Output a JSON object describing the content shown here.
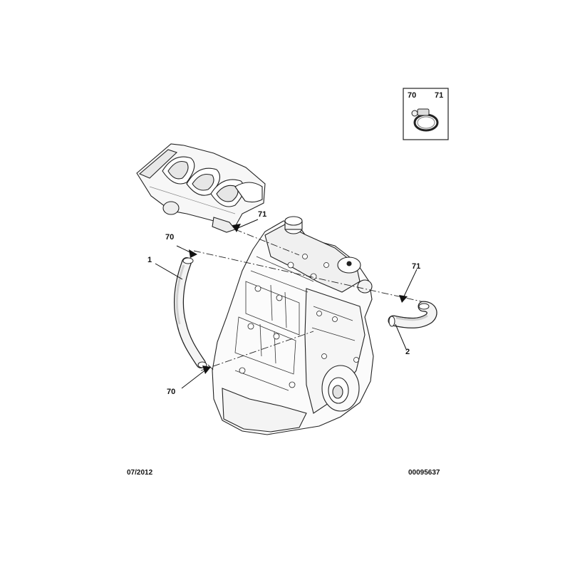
{
  "legend_box": {
    "left_code": "70",
    "right_code": "71",
    "icon": "hose-clamp-icon"
  },
  "callouts": {
    "c1": "1",
    "c2": "2",
    "c70_top": "70",
    "c70_bottom": "70",
    "c71_manifold": "71",
    "c71_right": "71"
  },
  "footer": {
    "date": "07/2012",
    "reference": "00095637"
  },
  "colors": {
    "line": "#1a1a1a",
    "part_fill": "#ffffff",
    "shadow": "#d6d6d6",
    "hose": "#f4f4f4"
  }
}
